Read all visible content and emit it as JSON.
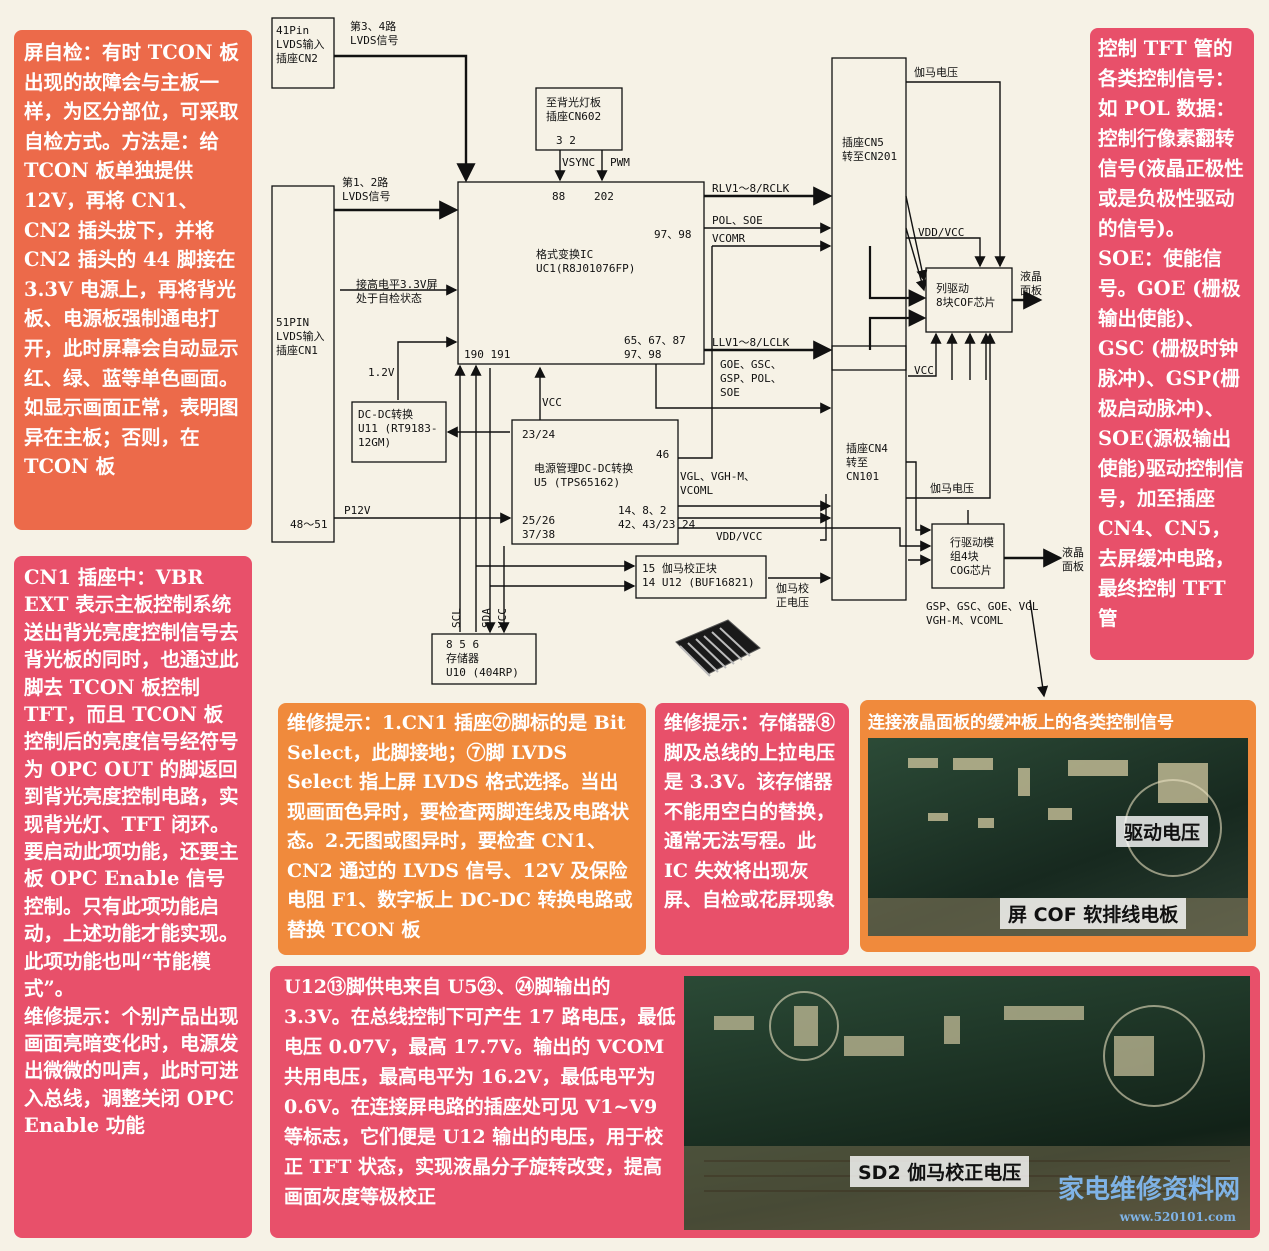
{
  "left_top_note": "屏自检：有时 TCON 板出现的故障会与主板一样，为区分部位，可采取自检方式。方法是：给 TCON 板单独提供 12V，再将 CN1、CN2 插头拔下，并将 CN2 插头的 44 脚接在 3.3V 电源上，再将背光板、电源板强制通电打开，此时屏幕会自动显示红、绿、蓝等单色画面。如显示画面正常，表明图异在主板；否则，在 TCON 板",
  "left_bottom_note": "CN1 插座中：VBR EXT 表示主板控制系统送出背光亮度控制信号去背光板的同时，也通过此脚去 TCON 板控制 TFT，而且 TCON 板控制后的亮度信号经符号为 OPC OUT 的脚返回到背光亮度控制电路，实现背光灯、TFT 闭环。要启动此项功能，还要主板 OPC Enable 信号控制。只有此项功能启动，上述功能才能实现。此项功能也叫“节能模式”。\n维修提示：个别产品出现画面亮暗变化时，电源发出微微的叫声，此时可进入总线，调整关闭 OPC Enable 功能",
  "right_note": "控制 TFT 管的各类控制信号：如 POL 数据：控制行像素翻转信号(液晶正极性或是负极性驱动的信号)。SOE：使能信号。GOE (栅极输出使能)、GSC (栅极时钟脉冲)、GSP(栅极启动脉冲)、SOE(源极输出使能)驱动控制信号，加至插座 CN4、CN5，去屏缓冲电路，最终控制 TFT 管",
  "tip1_note": "维修提示：1.CN1 插座㉗脚标的是 Bit Select，此脚接地；⑦脚 LVDS Select 指上屏 LVDS 格式选择。当出现画面色异时，要检查两脚连线及电路状态。2.无图或图异时，要检查 CN1、CN2 通过的 LVDS 信号、12V 及保险电阻 F1、数字板上 DC-DC 转换电路或替换 TCON 板",
  "tip2_note": "维修提示：存储器⑧脚及总线的上拉电压是 3.3V。该存储器不能用空白的替换，通常无法写程。此 IC 失效将出现灰屏、自检或花屏现象",
  "u12_note": "U12⑬脚供电来自 U5㉓、㉔脚输出的 3.3V。在总线控制下可产生 17 路电压，最低电压 0.07V，最高 17.7V。输出的 VCOM 共用电压，最高电平为 16.2V，最低电平为 0.6V。在连接屏电路的插座处可见 V1~V9 等标志，它们便是 U12 输出的电压，用于校正 TFT 状态，实现液晶分子旋转改变，提高画面灰度等极校正",
  "photo1_title": "连接液晶面板的缓冲板上的各类控制信号",
  "photo1_label_a": "驱动电压",
  "photo1_label_b": "屏 COF 软排线电板",
  "photo2_label": "SD2 伽马校正电压",
  "watermark": "家电维修资料网",
  "watermark_url": "www.520101.com",
  "diagram": {
    "cn2": "41Pin\nLVDS输入\n插座CN2",
    "cn2_sig": "第3、4路\nLVDS信号",
    "cn1": "51PIN\nLVDS输入\n插座CN1",
    "cn1_sig": "第1、2路\nLVDS信号",
    "cn1_pins": "48～51",
    "backlight": "至背光灯板\n插座CN602",
    "bl_pins": "3    2",
    "vsync": "VSYNC",
    "pwm": "PWM",
    "uc1_pin88": "88",
    "uc1_pin202": "202",
    "uc1": "格式变换IC\nUC1(R8J01076FP)",
    "uc1_pins_right_top": "97、98",
    "uc1_pins_right_bottom": "65、67、87\n97、98",
    "uc1_pins_bottom": "190  191",
    "selftest": "接高电平3.3V屏\n处于自检状态",
    "v12": "1.2V",
    "dcdc": "DC-DC转换\nU11 (RT9183-\n12GM)",
    "pmu": "电源管理DC-DC转换\nU5 (TPS65162)",
    "pmu_pin2324": "23/24",
    "pmu_pin46": "46",
    "pmu_pins_left": "25/26\n37/38",
    "pmu_pins_right": "14、8、2\n42、43/23 24",
    "vcc": "VCC",
    "p12v": "P12V",
    "rlv": "RLV1～8/RCLK",
    "pol_soe": "POL、SOE",
    "vcomr": "VCOMR",
    "llv": "LLV1～8/LCLK",
    "goe_list": "GOE、GSC、\nGSP、POL、\nSOE",
    "vgl_list": "VGL、VGH-M、\nVCOML",
    "vdd_vcc": "VDD/VCC",
    "vdd_vcc2": "VDD/VCC",
    "vcc2": "VCC",
    "gamma1": "伽马电压",
    "gamma2": "伽马电压",
    "cn5": "插座CN5\n转至CN201",
    "cn4": "插座CN4\n转至\nCN101",
    "col_drv": "列驱动\n8块COF芯片",
    "row_drv": "行驱动模\n组4块\nCOG芯片",
    "lcd1": "液晶\n面板",
    "lcd2": "液晶\n面板",
    "gamma_ic": "15  伽马校正块\n14  U12 (BUF16821)",
    "gamma_out": "伽马校\n正电压",
    "mem": "8  5  6\n存储器\nU10 (404RP)",
    "scl": "SCL",
    "sda": "SDA",
    "vcc_mem": "VCC",
    "row_bottom": "GSP、GSC、GOE、VGL\nVGH-M、VCOML"
  }
}
